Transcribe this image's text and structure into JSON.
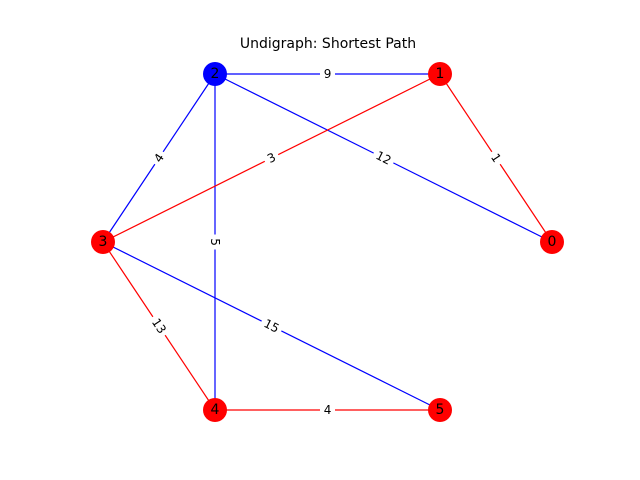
{
  "title": "Undigraph: Shortest Path",
  "colors": {
    "path": "#ff0000",
    "other": "#0000ff",
    "start_node": "#0000ff",
    "path_node": "#ff0000"
  },
  "nodes": [
    {
      "id": "0",
      "label": "0",
      "color": "#ff0000"
    },
    {
      "id": "1",
      "label": "1",
      "color": "#ff0000"
    },
    {
      "id": "2",
      "label": "2",
      "color": "#0000ff"
    },
    {
      "id": "3",
      "label": "3",
      "color": "#ff0000"
    },
    {
      "id": "4",
      "label": "4",
      "color": "#ff0000"
    },
    {
      "id": "5",
      "label": "5",
      "color": "#ff0000"
    }
  ],
  "edges": [
    {
      "from": "2",
      "to": "1",
      "weight": "9",
      "color": "#0000ff"
    },
    {
      "from": "2",
      "to": "0",
      "weight": "12",
      "color": "#0000ff"
    },
    {
      "from": "2",
      "to": "3",
      "weight": "4",
      "color": "#0000ff"
    },
    {
      "from": "2",
      "to": "4",
      "weight": "5",
      "color": "#0000ff"
    },
    {
      "from": "1",
      "to": "0",
      "weight": "1",
      "color": "#ff0000"
    },
    {
      "from": "1",
      "to": "3",
      "weight": "3",
      "color": "#ff0000"
    },
    {
      "from": "3",
      "to": "4",
      "weight": "13",
      "color": "#ff0000"
    },
    {
      "from": "3",
      "to": "5",
      "weight": "15",
      "color": "#0000ff"
    },
    {
      "from": "4",
      "to": "5",
      "weight": "4",
      "color": "#ff0000"
    }
  ]
}
